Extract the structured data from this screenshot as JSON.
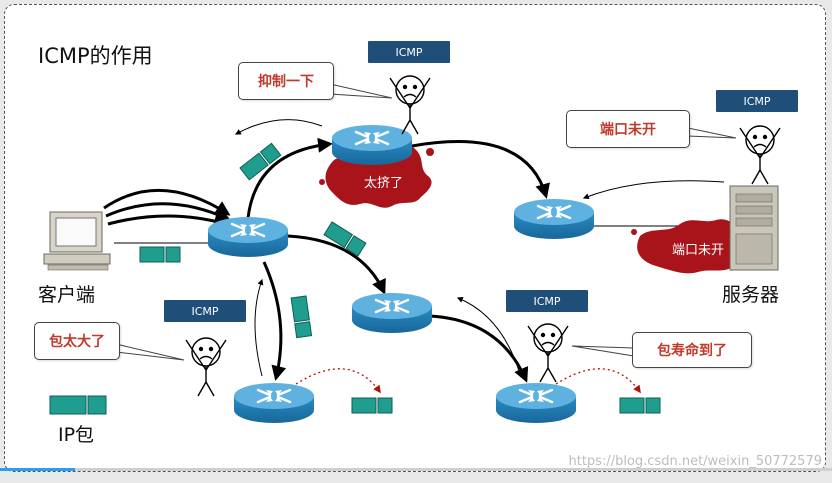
{
  "title": "ICMP的作用",
  "nodes": {
    "client_label": "客户端",
    "server_label": "服务器",
    "ip_packet_label": "IP包"
  },
  "signs": {
    "sign1": "ICMP",
    "sign2": "ICMP",
    "sign3": "ICMP",
    "sign4": "ICMP"
  },
  "bubbles": {
    "throttle": "抑制一下",
    "port_closed": "端口未开",
    "too_big": "包太大了",
    "ttl_expired": "包寿命到了"
  },
  "splats": {
    "congested": "太挤了",
    "port_unreachable": "端口未开"
  },
  "watermark": "https://blog.csdn.net/weixin_50772579",
  "progress": 0.09,
  "colors": {
    "router_blue": "#2a8fc7",
    "packet_teal": "#1f9e8f",
    "sign_navy": "#1f4e79",
    "alert_red": "#c0392b",
    "splat_red": "#a8141a"
  }
}
